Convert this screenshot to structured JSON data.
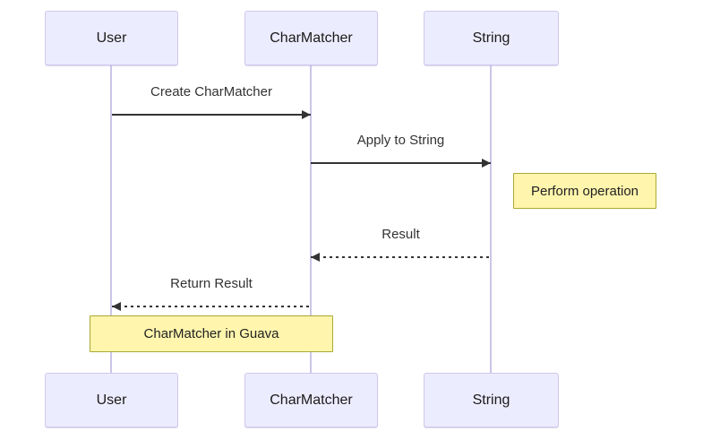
{
  "diagram": {
    "type": "sequence-diagram",
    "background_color": "#ffffff",
    "colors": {
      "actor_fill": "#ECECFF",
      "actor_border": "#cfc7ec",
      "lifeline": "#ccc5e9",
      "note_fill": "#FFF5AD",
      "note_border": "#AAAA33",
      "signal_line": "#333333",
      "text": "#333333"
    },
    "actors": [
      {
        "id": "user",
        "label": "User"
      },
      {
        "id": "charmatcher",
        "label": "CharMatcher"
      },
      {
        "id": "string",
        "label": "String"
      }
    ],
    "messages": [
      {
        "label": "Create CharMatcher",
        "from": "User",
        "to": "CharMatcher",
        "line": "solid",
        "direction": "right"
      },
      {
        "label": "Apply to String",
        "from": "CharMatcher",
        "to": "String",
        "line": "solid",
        "direction": "right"
      },
      {
        "label": "Result",
        "from": "String",
        "to": "CharMatcher",
        "line": "dashed",
        "direction": "left"
      },
      {
        "label": "Return Result",
        "from": "CharMatcher",
        "to": "User",
        "line": "dashed",
        "direction": "left"
      }
    ],
    "notes": [
      {
        "label": "Perform operation",
        "position": "right of String"
      },
      {
        "label": "CharMatcher in Guava",
        "position": "over User,CharMatcher"
      }
    ]
  }
}
